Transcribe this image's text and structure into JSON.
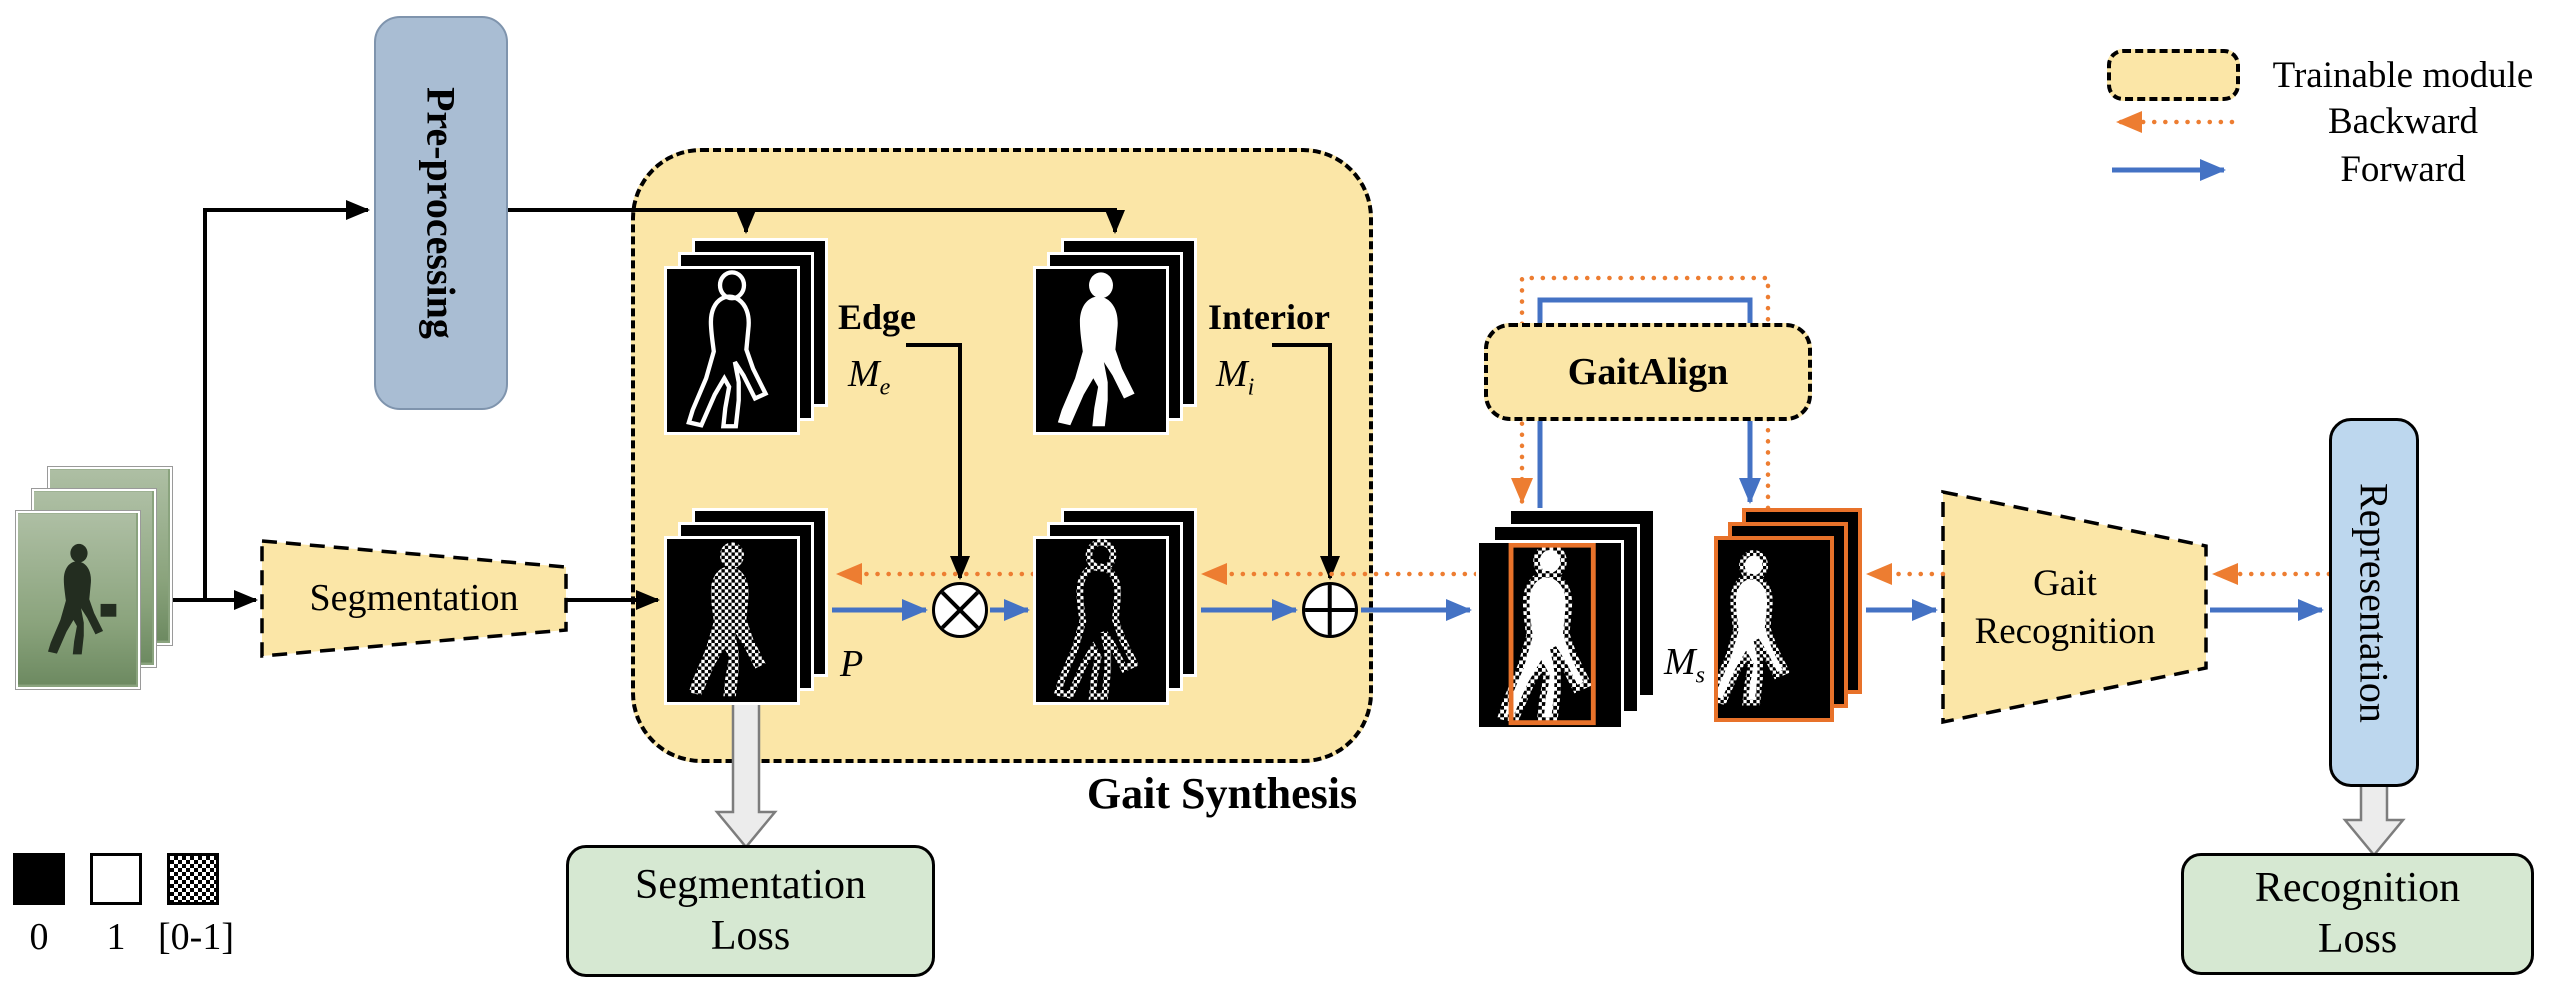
{
  "modules": {
    "preprocessing": "Pre-processing",
    "segmentation": "Segmentation",
    "gait_synthesis": "Gait Synthesis",
    "gaitalign": "GaitAlign",
    "gait_recognition": "Gait Recognition",
    "representation": "Representation"
  },
  "masks": {
    "edge_label": "Edge",
    "edge_symbol": "M",
    "edge_sub": "e",
    "interior_label": "Interior",
    "interior_symbol": "M",
    "interior_sub": "i",
    "probability_symbol": "P",
    "synthesized_symbol": "M",
    "synthesized_sub": "s"
  },
  "operators": {
    "multiply": "⊗",
    "add": "⊕"
  },
  "losses": {
    "segmentation": "Segmentation Loss",
    "recognition": "Recognition Loss"
  },
  "legend": {
    "trainable": "Trainable module",
    "backward": "Backward",
    "forward": "Forward"
  },
  "value_legend": {
    "zero": "0",
    "one": "1",
    "range": "[0-1]"
  },
  "colors": {
    "trainable_yellow": "#FBE6A7",
    "preprocess_gray_blue": "#A9BDD3",
    "representation_blue": "#BDD7EE",
    "loss_green": "#D6E8D2",
    "forward_blue": "#4472C4",
    "backward_orange": "#ED7D31"
  }
}
